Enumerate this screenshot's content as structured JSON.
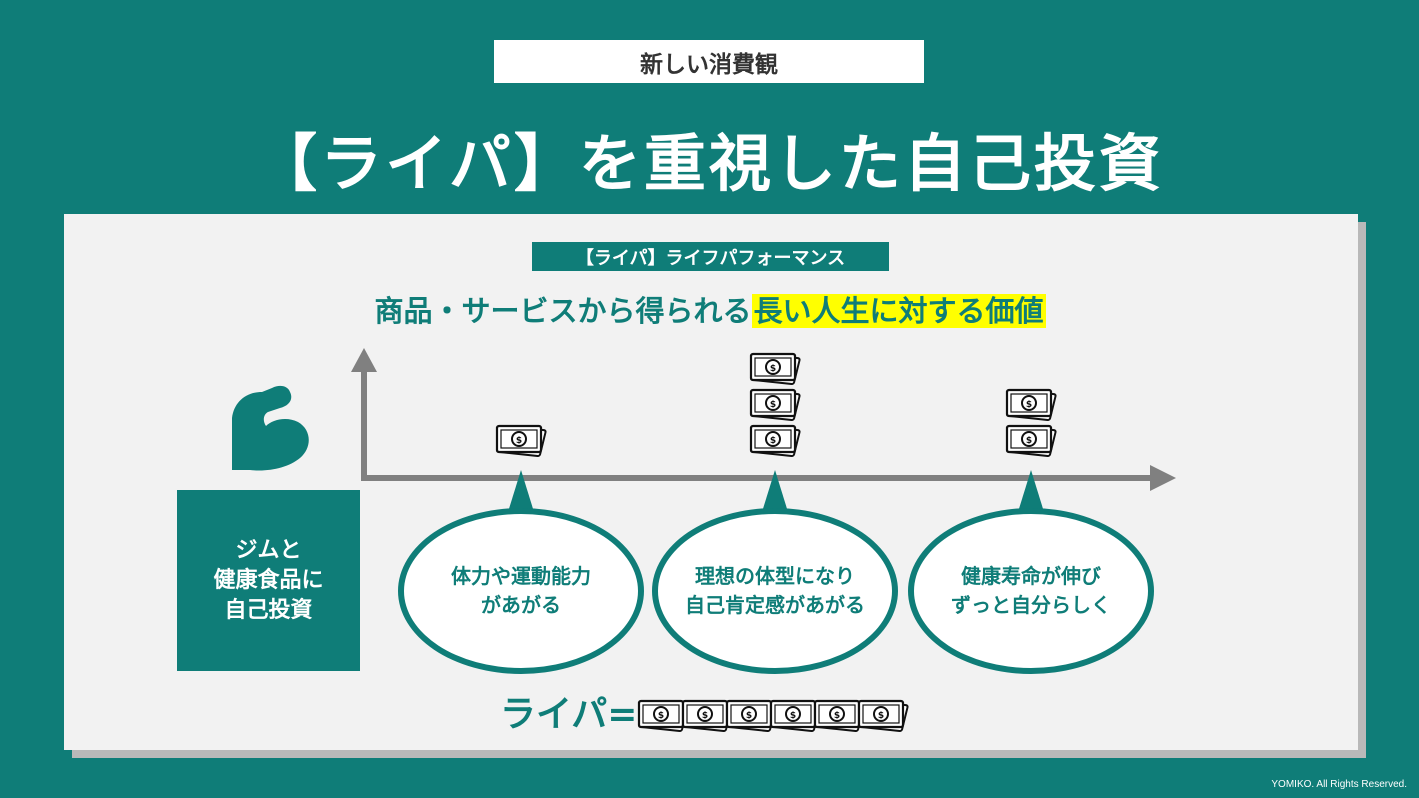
{
  "header": {
    "tag": "新しい消費観",
    "title": "【ライパ】を重視した自己投資"
  },
  "panel": {
    "subtag": "【ライパ】ライフパフォーマンス",
    "headline_plain": "商品・サービスから得られる",
    "headline_highlight": "長い人生に対する価値"
  },
  "left_box": {
    "lines": [
      "ジムと",
      "健康食品に",
      "自己投資"
    ],
    "icon": "flexed-arm-icon"
  },
  "timeline": {
    "bubbles": [
      {
        "lines": [
          "体力や運動能力",
          "があがる"
        ],
        "bills": 1
      },
      {
        "lines": [
          "理想の体型になり",
          "自己肯定感があがる"
        ],
        "bills": 3
      },
      {
        "lines": [
          "健康寿命が伸び",
          "ずっと自分らしく"
        ],
        "bills": 2
      }
    ],
    "bill_icon": "money-bill-icon"
  },
  "formula": {
    "label": "ライパ=",
    "bills": 6
  },
  "footer": "YOMIKO. All Rights Reserved.",
  "colors": {
    "teal": "#0f7d78",
    "highlight": "#ffff00",
    "panel": "#f2f2f2",
    "axis": "#808080"
  }
}
